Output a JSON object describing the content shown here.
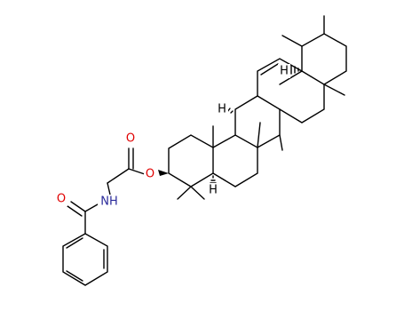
{
  "molecule": {
    "atoms": [
      {
        "id": "O_carbonyl_ester",
        "text": "O",
        "color": "#e00000"
      },
      {
        "id": "O_ester",
        "text": "O",
        "color": "#e00000"
      },
      {
        "id": "O_amide",
        "text": "O",
        "color": "#e00000"
      },
      {
        "id": "N_amide",
        "text": "NH",
        "color": "#2a2a9a"
      },
      {
        "id": "H_ring_e",
        "text": "H",
        "color": "#000000"
      },
      {
        "id": "H_ring_c",
        "text": "H",
        "color": "#000000"
      },
      {
        "id": "H_ring_a",
        "text": "H",
        "color": "#000000"
      }
    ],
    "colors": {
      "bond": "#000000",
      "oxygen": "#e00000",
      "nitrogen": "#2a2a9a",
      "background": "#ffffff"
    }
  }
}
